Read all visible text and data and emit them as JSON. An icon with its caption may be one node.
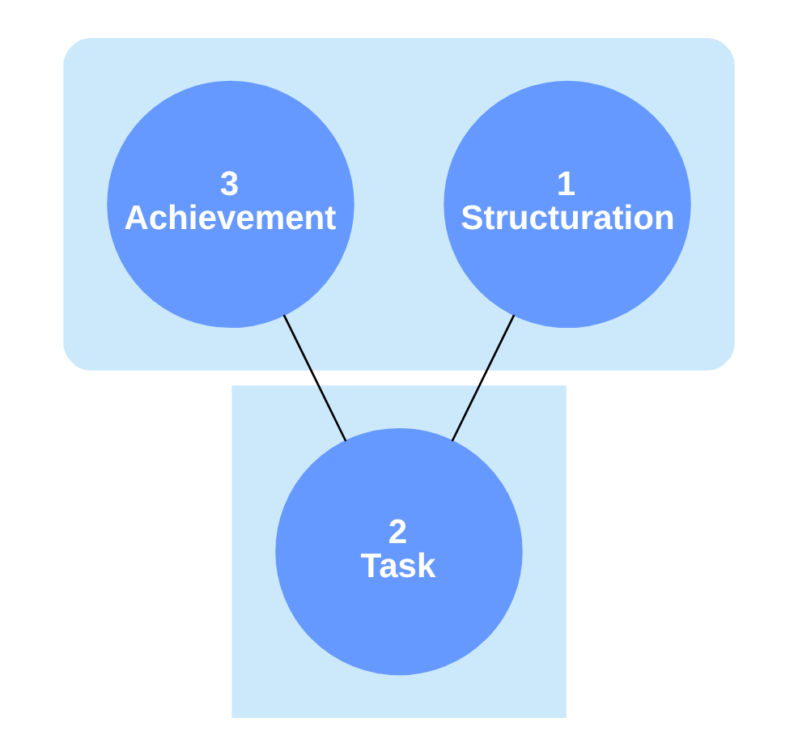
{
  "diagram": {
    "nodes": [
      {
        "text": [],
        "shape": "box"
      },
      {
        "text": [
          "1",
          "Structuration"
        ],
        "in": 0
      },
      {
        "text": [
          "3",
          "Achievement"
        ],
        "in": 0
      },
      {
        "text": [],
        "shape": "box"
      },
      {
        "text": [
          "2",
          "Task"
        ],
        "in": 3
      }
    ],
    "edges": [
      {
        "from": 1,
        "to": 4,
        "arrow": "none"
      },
      {
        "from": 2,
        "to": 4,
        "arrow": "none"
      }
    ]
  }
}
